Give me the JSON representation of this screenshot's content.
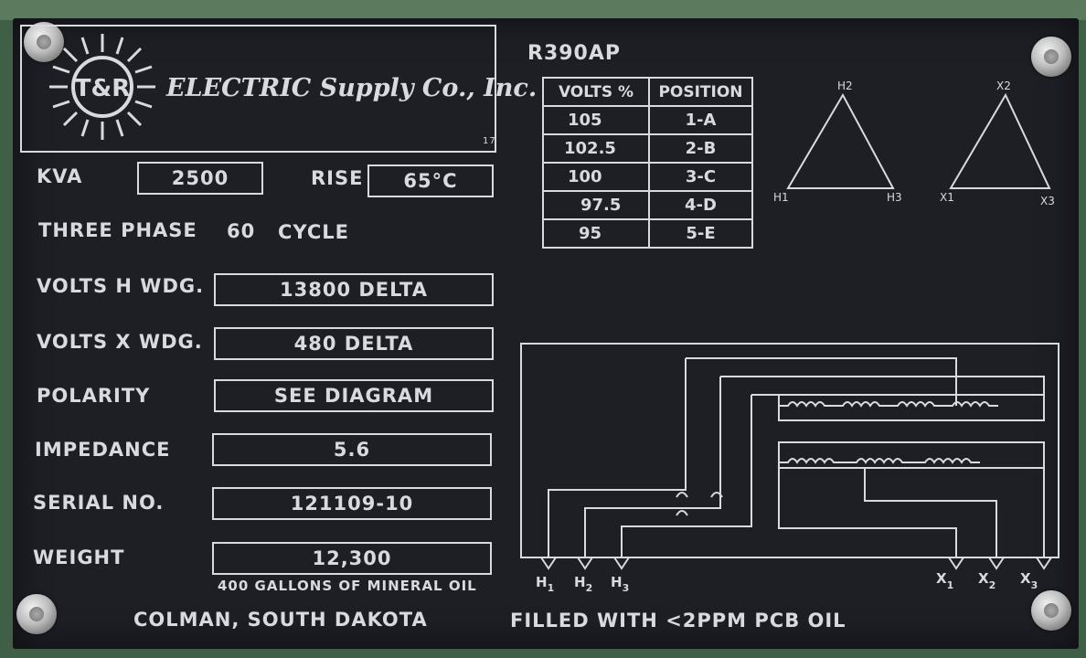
{
  "logo": {
    "mark": "T&R",
    "company": "ELECTRIC Supply Co., Inc.",
    "small_number": "17"
  },
  "model": "R390AP",
  "fields": {
    "kva": {
      "label": "KVA",
      "value": "2500"
    },
    "rise": {
      "label": "RISE",
      "value": "65°C"
    },
    "phase_line": {
      "phase": "THREE PHASE",
      "frequency": "60",
      "unit": "CYCLE"
    },
    "volts_h": {
      "label": "VOLTS H WDG.",
      "value": "13800 DELTA"
    },
    "volts_x": {
      "label": "VOLTS X WDG.",
      "value": "480 DELTA"
    },
    "polarity": {
      "label": "POLARITY",
      "value": "SEE DIAGRAM"
    },
    "impedance": {
      "label": "IMPEDANCE",
      "value": "5.6"
    },
    "serial": {
      "label": "SERIAL NO.",
      "value": "121109-10"
    },
    "weight": {
      "label": "WEIGHT",
      "value": "12,300"
    }
  },
  "oil_note": "400 GALLONS OF MINERAL OIL",
  "footer": {
    "location": "COLMAN, SOUTH DAKOTA",
    "pcb_note": "FILLED WITH <2PPM PCB OIL"
  },
  "tap_table": {
    "headers": [
      "VOLTS %",
      "POSITION"
    ],
    "rows": [
      [
        "105",
        "1-A"
      ],
      [
        "102.5",
        "2-B"
      ],
      [
        "100",
        "3-C"
      ],
      [
        "97.5",
        "4-D"
      ],
      [
        "95",
        "5-E"
      ]
    ]
  },
  "delta_h": {
    "top": "H2",
    "left": "H1",
    "right": "H3"
  },
  "delta_x": {
    "top": "X2",
    "left": "X1",
    "right": "X3"
  },
  "terminals": {
    "h1": "H",
    "h1_sub": "1",
    "h2": "H",
    "h2_sub": "2",
    "h3": "H",
    "h3_sub": "3",
    "x1": "X",
    "x1_sub": "1",
    "x2": "X",
    "x2_sub": "2",
    "x3": "X",
    "x3_sub": "3"
  },
  "colors": {
    "plate": "#1d1f25",
    "etching": "#d9dadd",
    "frame": "#3f5f46"
  }
}
